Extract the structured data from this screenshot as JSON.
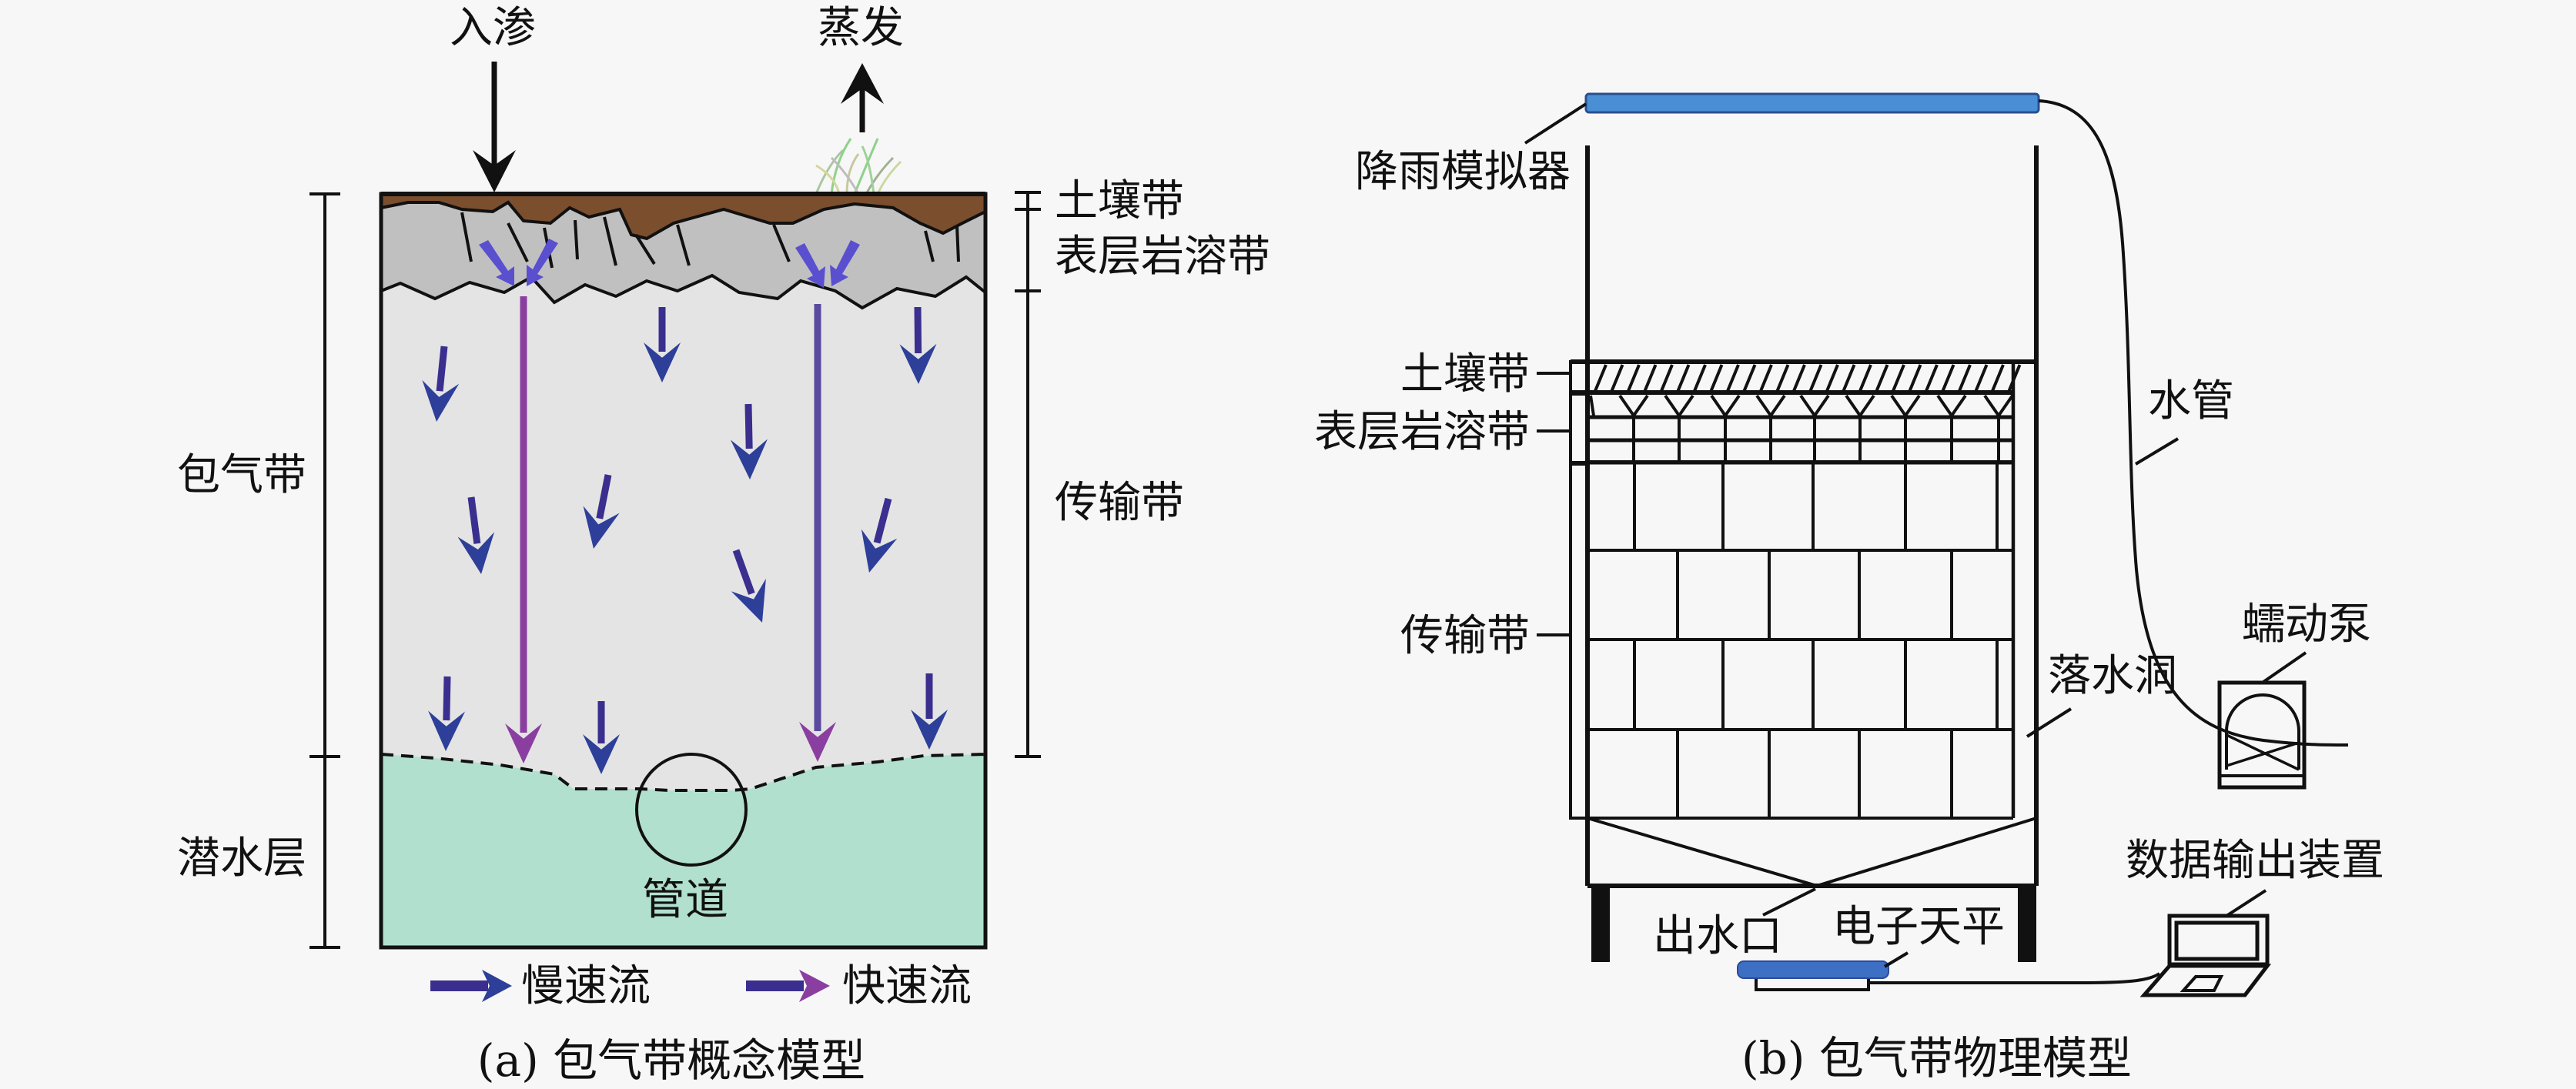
{
  "colors": {
    "background": "#f7f7f7",
    "soil": "#7b4e2e",
    "epikarst": "#c0c0c0",
    "transport": "#e4e4e4",
    "phreatic": "#b2e0cf",
    "slow_flow": "#2e3f99",
    "fast_flow": "#8a3fa0",
    "epikarst_arrow": "#5a4fcf",
    "rain_bar": "#4a8fd6",
    "grass": "#8fd18a"
  },
  "panel_a": {
    "caption": "(a) 包气带概念模型",
    "top_labels": {
      "infiltration": "入渗",
      "evaporation": "蒸发"
    },
    "left_labels": {
      "vadose_zone": "包气带",
      "phreatic_layer": "潜水层"
    },
    "right_labels": {
      "soil_zone": "土壤带",
      "epikarst_zone": "表层岩溶带",
      "transport_zone": "传输带"
    },
    "conduit_label": "管道",
    "legend": {
      "slow": "慢速流",
      "fast": "快速流"
    }
  },
  "panel_b": {
    "caption": "(b) 包气带物理模型",
    "labels": {
      "rain_simulator": "降雨模拟器",
      "soil_zone": "土壤带",
      "epikarst_zone": "表层岩溶带",
      "transport_zone": "传输带",
      "water_pipe": "水管",
      "peristaltic_pump": "蠕动泵",
      "sinkhole": "落水洞",
      "outlet": "出水口",
      "electronic_balance": "电子天平",
      "data_output_device": "数据输出装置"
    }
  }
}
